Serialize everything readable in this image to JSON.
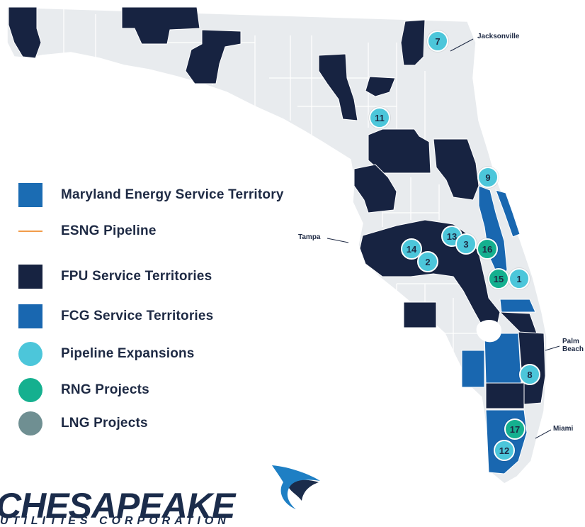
{
  "colors": {
    "county_default": "#e8ebee",
    "county_border": "#ffffff",
    "fpu": "#172341",
    "fcg": "#1967b0",
    "maryland": "#1b6cb3",
    "esng": "#f29c4a",
    "pipeline": "#4cc6da",
    "rng": "#15b08f",
    "lng": "#6f8f92",
    "text": "#1e2a44"
  },
  "legend": [
    {
      "key": "maryland",
      "label": "Maryland Energy Service Territory",
      "shape": "square"
    },
    {
      "key": "esng",
      "label": "ESNG Pipeline",
      "shape": "line"
    },
    {
      "key": "fpu",
      "label": "FPU Service Territories",
      "shape": "square"
    },
    {
      "key": "fcg",
      "label": "FCG Service Territories",
      "shape": "square"
    },
    {
      "key": "pipeline",
      "label": "Pipeline Expansions",
      "shape": "circle"
    },
    {
      "key": "rng",
      "label": "RNG Projects",
      "shape": "circle"
    },
    {
      "key": "lng",
      "label": "LNG Projects",
      "shape": "circle"
    }
  ],
  "cities": {
    "jacksonville": "Jacksonville",
    "tampa": "Tampa",
    "palm_beach_line1": "Palm",
    "palm_beach_line2": "Beach",
    "miami": "Miami"
  },
  "projects": [
    {
      "label": "7",
      "type": "pipeline"
    },
    {
      "label": "11",
      "type": "pipeline"
    },
    {
      "label": "9",
      "type": "pipeline"
    },
    {
      "label": "13",
      "type": "pipeline"
    },
    {
      "label": "3",
      "type": "pipeline"
    },
    {
      "label": "16",
      "type": "rng"
    },
    {
      "label": "14",
      "type": "pipeline"
    },
    {
      "label": "2",
      "type": "pipeline"
    },
    {
      "label": "15",
      "type": "rng"
    },
    {
      "label": "1",
      "type": "pipeline"
    },
    {
      "label": "8",
      "type": "pipeline"
    },
    {
      "label": "17",
      "type": "rng"
    },
    {
      "label": "12",
      "type": "pipeline"
    }
  ],
  "logo": {
    "name": "CHESAPEAKE",
    "subtitle": "UTILITIES CORPORATION"
  }
}
